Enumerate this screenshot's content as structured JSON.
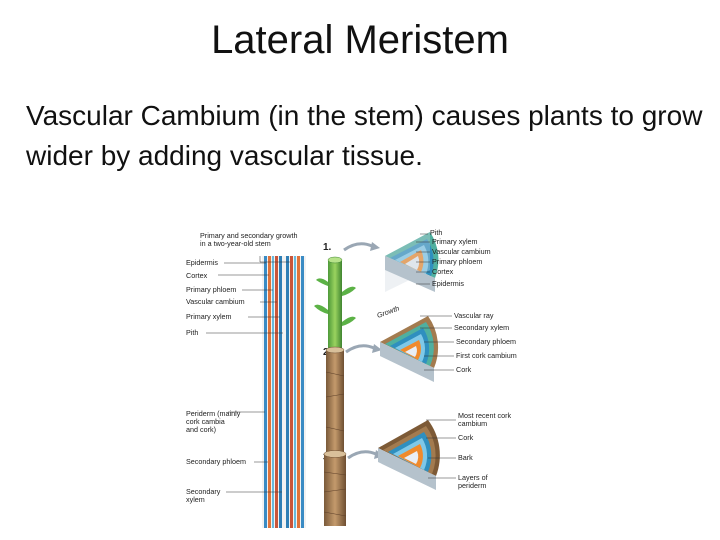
{
  "slide": {
    "title": "Lateral Meristem",
    "body": "Vascular Cambium (in the stem) causes plants to grow wider by adding vascular tissue."
  },
  "figure": {
    "left_labels": {
      "primary_secondary_1": "Primary and secondary growth",
      "primary_secondary_2": "in a two-year-old stem",
      "epidermis": "Epidermis",
      "cortex": "Cortex",
      "primary_phloem": "Primary phloem",
      "vascular_cambium": "Vascular cambium",
      "primary_xylem": "Primary xylem",
      "pith": "Pith",
      "periderm_1": "Periderm (mainly",
      "periderm_2": "cork cambia",
      "periderm_3": "and cork)",
      "secondary_phloem": "Secondary phloem",
      "secondary_xylem_1": "Secondary",
      "secondary_xylem_2": "xylem"
    },
    "stage_numbers": [
      "1.",
      "2.",
      "3."
    ],
    "growth_label": "Growth",
    "right_labels": {
      "pith": "Pith",
      "primary_xylem": "Primary xylem",
      "vascular_cambium": "Vascular cambium",
      "primary_phloem": "Primary phloem",
      "cortex": "Cortex",
      "epidermis": "Epidermis",
      "vascular_ray": "Vascular ray",
      "secondary_xylem": "Secondary xylem",
      "secondary_phloem": "Secondary phloem",
      "first_cork_cambium": "First cork cambium",
      "cork_2": "Cork",
      "most_recent_1": "Most recent cork",
      "most_recent_2": "cambium",
      "cork_3": "Cork",
      "bark": "Bark",
      "layers_1": "Layers of",
      "layers_2": "periderm"
    },
    "colors": {
      "pith": "#e9eef5",
      "xylem": "#f08a2c",
      "cambium": "#7fc8e8",
      "phloem": "#2f8fbf",
      "cortex": "#4fb0a0",
      "epidermis": "#5db85a",
      "bark": "#a37b4f"
    }
  }
}
